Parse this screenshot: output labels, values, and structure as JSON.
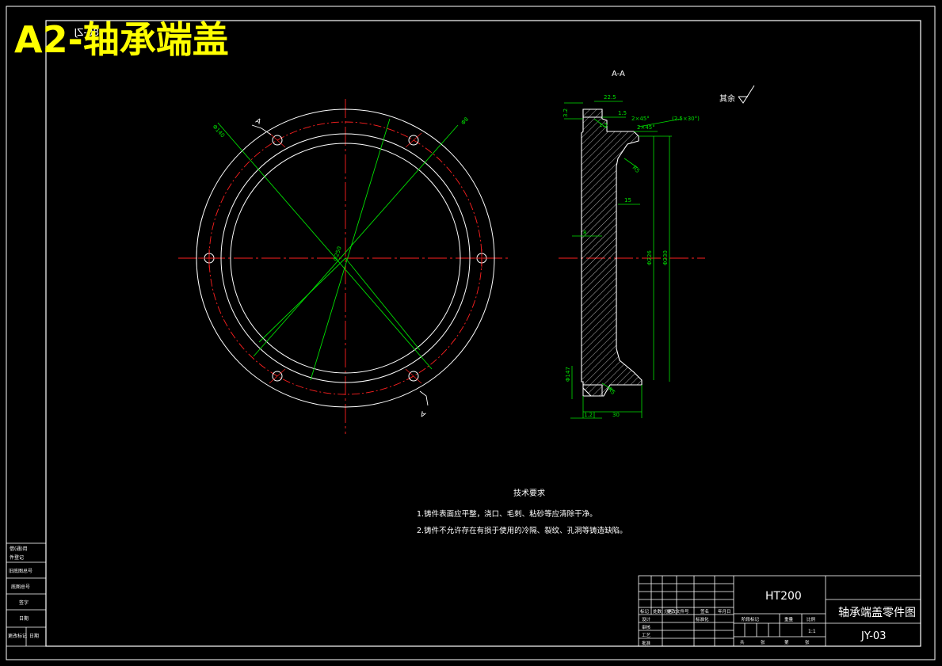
{
  "overlay_title": "A2-轴承端盖",
  "drawing_number_mirrored": "80-ZJ",
  "section_label": "A-A",
  "section_cut_mark": "A",
  "surface_finish_note": "其余",
  "front_view": {
    "dims": [
      "Φ140",
      "Φ8",
      "Φ250"
    ]
  },
  "section_view": {
    "dims": [
      "22.5",
      "1.5",
      "2×45°",
      "2×45°",
      "(2.5×30°)",
      "R5",
      "1.5",
      "15",
      "8",
      "Φ226",
      "Φ230",
      "Φ147",
      "R5",
      "1.2",
      "30",
      "3.2"
    ]
  },
  "tech_requirements": {
    "title": "技术要求",
    "items": [
      "1.铸件表面应平整，浇口、毛刺、粘砂等应清除干净。",
      "2.铸件不允许存在有损于使用的冷隔、裂纹、孔洞等铸造缺陷。"
    ]
  },
  "title_block": {
    "material": "HT200",
    "part_name": "轴承端盖零件图",
    "drawing_no": "JY-03",
    "scale": "1:1",
    "labels": [
      "标记",
      "处数",
      "分区",
      "更改文件号",
      "签名",
      "年月日",
      "设计",
      "标准化",
      "审核",
      "工艺",
      "批准",
      "阶段标记",
      "重量",
      "比例",
      "共",
      "张",
      "第",
      "张"
    ]
  },
  "left_column": {
    "labels": [
      "借(通)用",
      "件登记",
      "旧底图总号",
      "底图总号",
      "签字",
      "日期",
      "更改标记",
      "日期"
    ]
  }
}
